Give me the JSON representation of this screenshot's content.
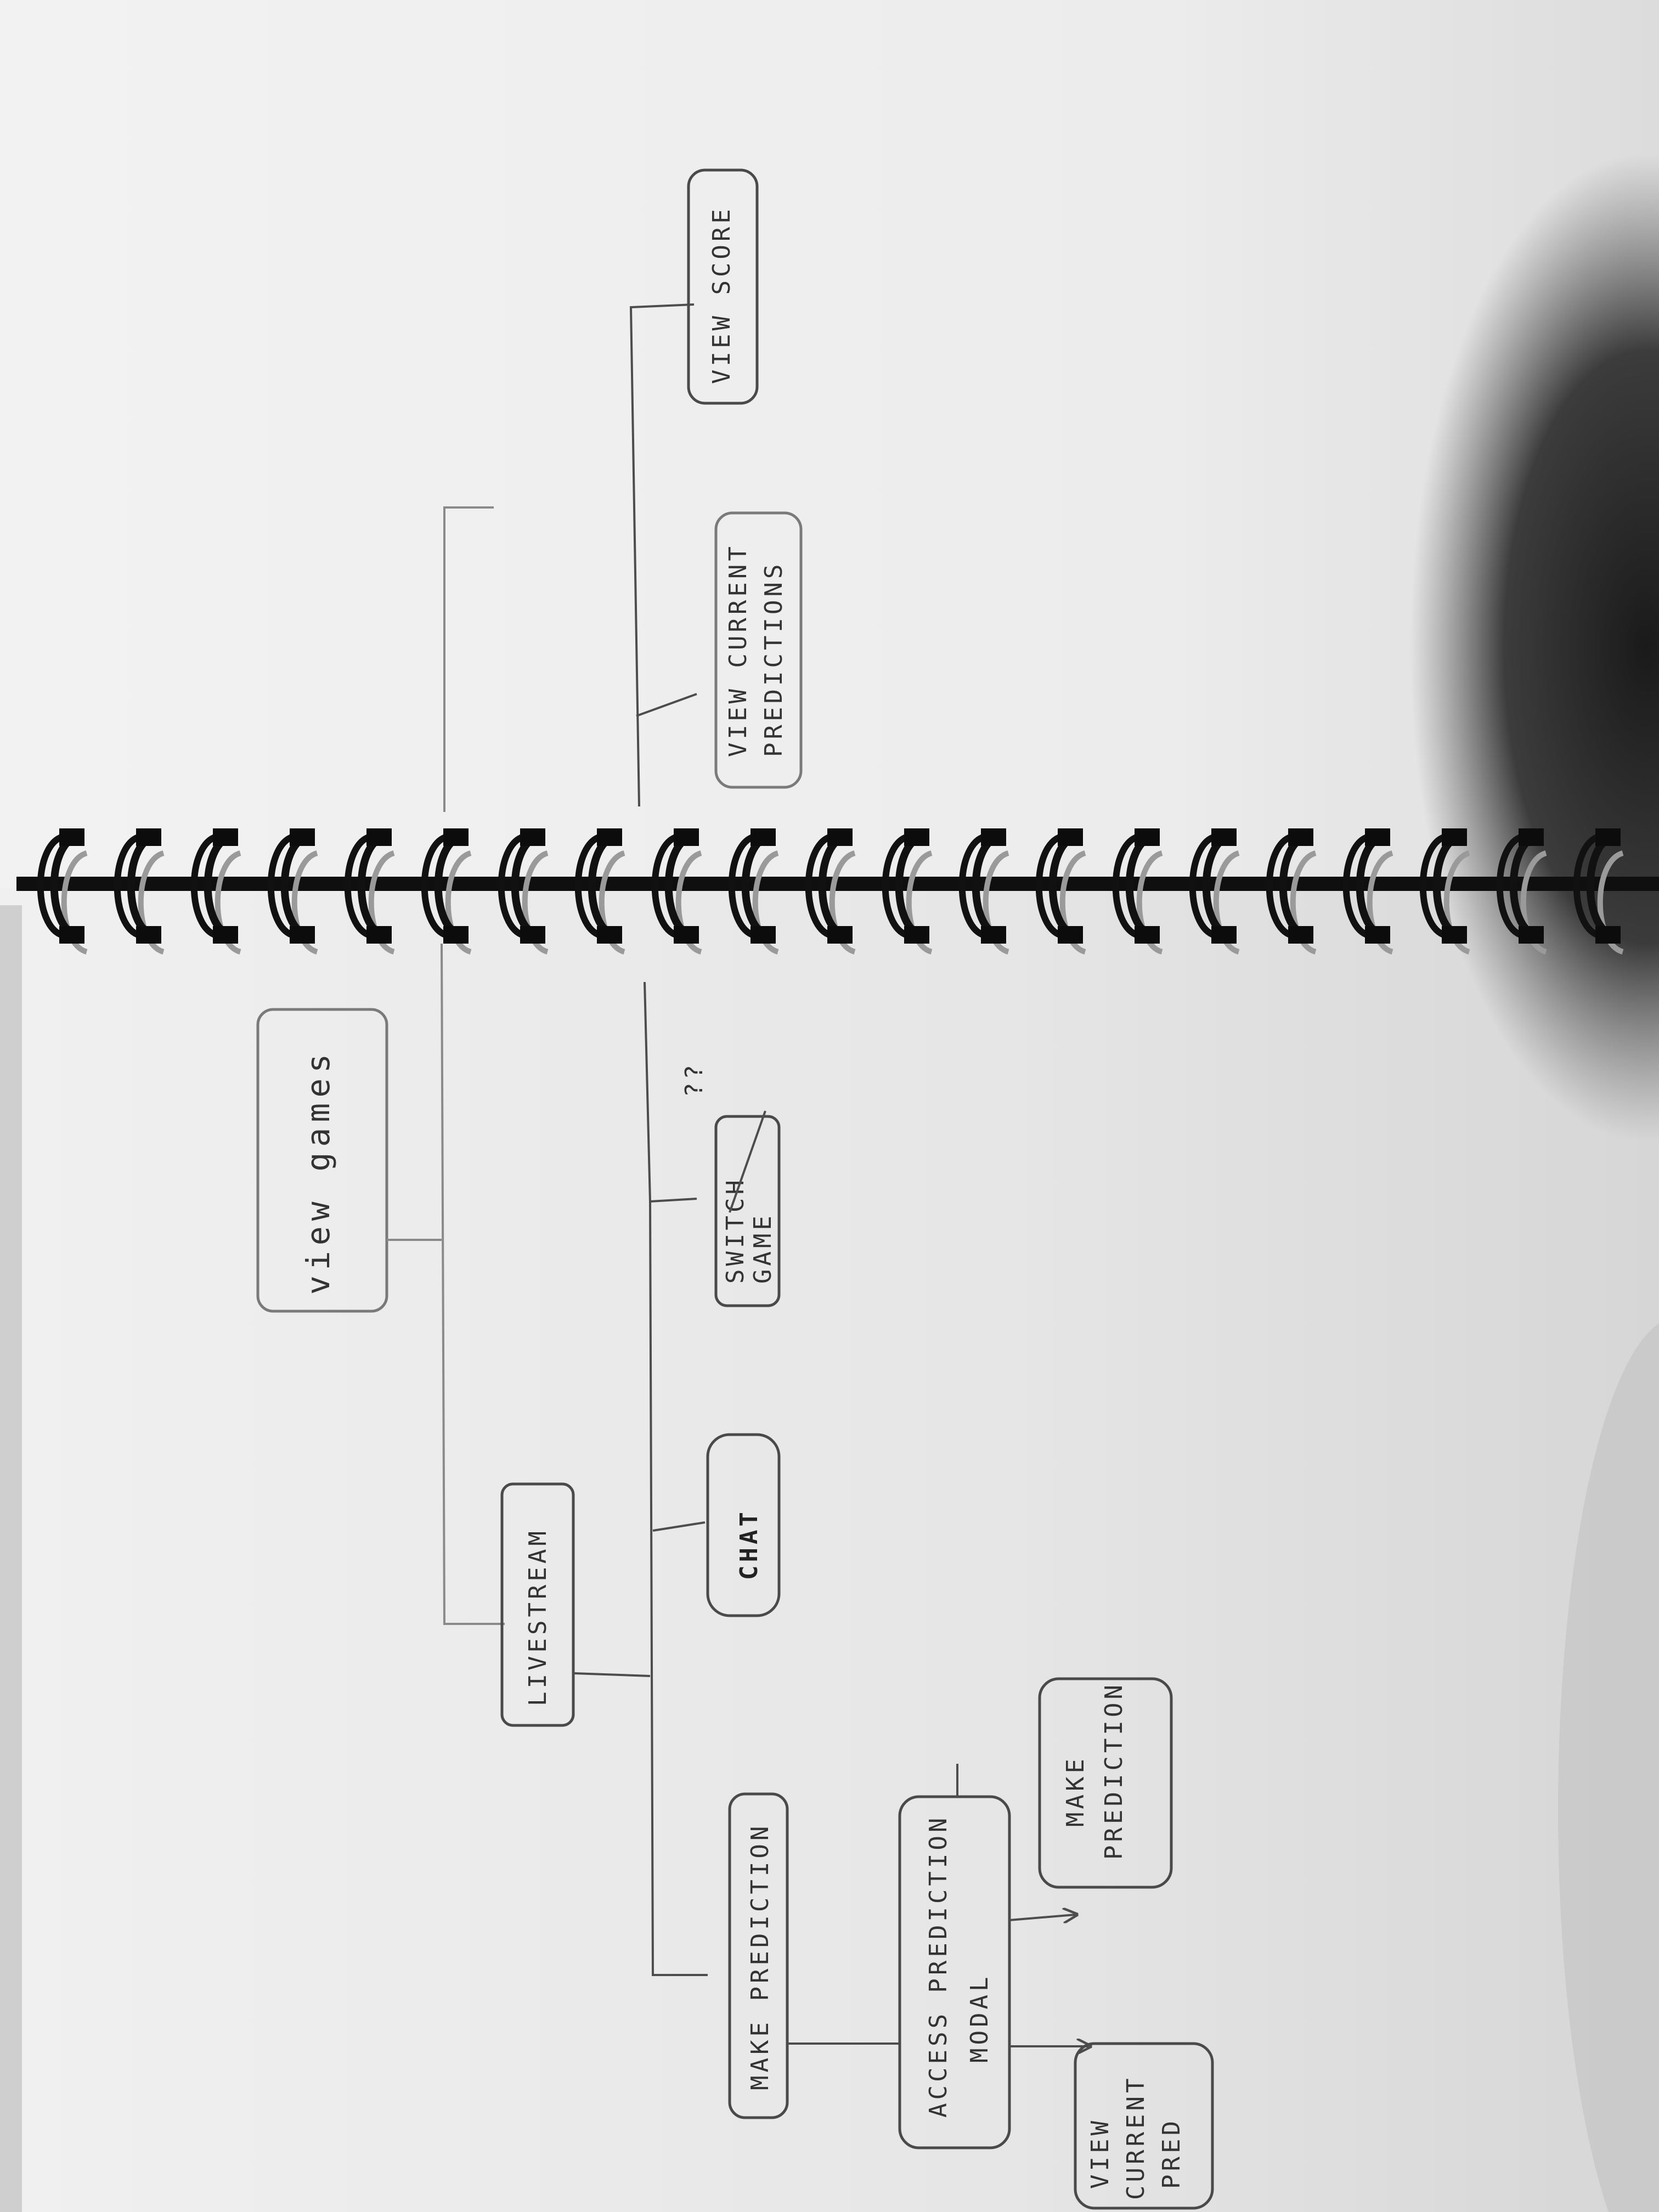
{
  "nodes": {
    "view_games": "view games",
    "livestream": "LIVESTREAM",
    "chat": "CHAT",
    "switch_game": [
      "SWITCH",
      "GAME"
    ],
    "switch_mark": "??",
    "make_prediction": "MAKE PREDICTION",
    "access_prediction_modal": [
      "ACCESS PREDICTION",
      "MODAL"
    ],
    "make_prediction_sub": [
      "MAKE",
      "PREDICTION"
    ],
    "view_current_pred": [
      "VIEW",
      "CURRENT",
      "PRED"
    ],
    "view_current_predictions": [
      "VIEW CURRENT",
      "PREDICTIONS"
    ],
    "view_score": "VIEW SCORE"
  }
}
